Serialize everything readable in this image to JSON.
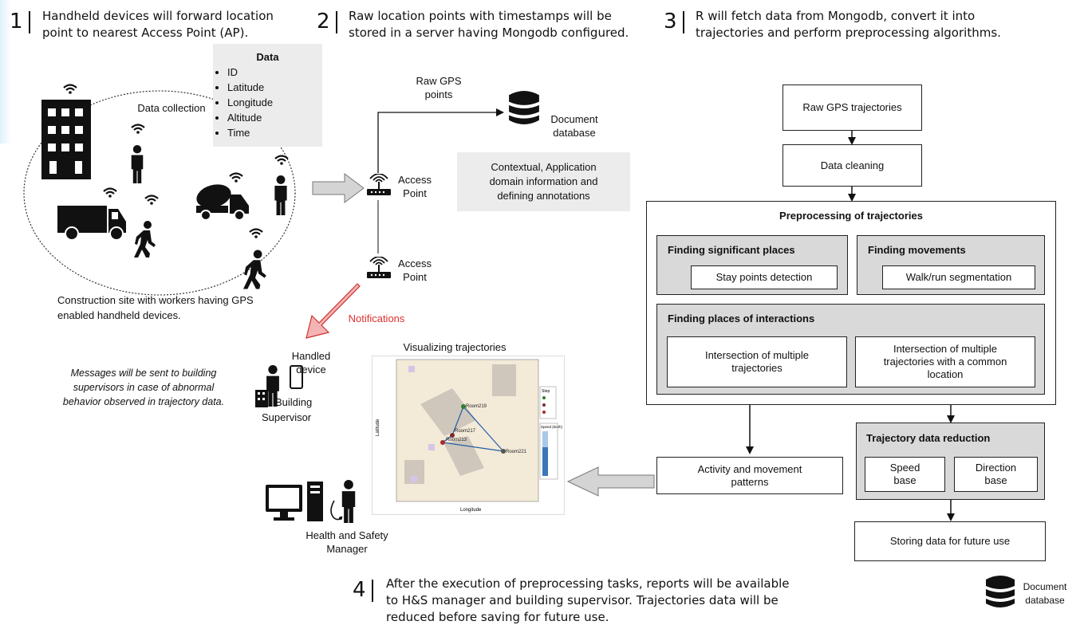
{
  "steps": [
    {
      "num": "1",
      "line1": "Handheld devices will forward location",
      "line2": "point to nearest Access Point (AP)."
    },
    {
      "num": "2",
      "line1": "Raw location points with timestamps will be",
      "line2": "stored in a server having Mongodb configured."
    },
    {
      "num": "3",
      "line1": "R will fetch data from Mongodb, convert it into",
      "line2": "trajectories and perform preprocessing algorithms."
    },
    {
      "num": "4",
      "line1": "After the execution of preprocessing tasks, reports will be available",
      "line2": "to H&S manager and building supervisor. Trajectories data will be",
      "line3": "reduced before saving for future use."
    }
  ],
  "data_panel": {
    "title": "Data",
    "items": [
      "ID",
      "Latitude",
      "Longitude",
      "Altitude",
      "Time"
    ]
  },
  "site": {
    "data_collection": "Data collection",
    "caption_line1": "Construction site with workers having GPS",
    "caption_line2": "enabled handheld devices."
  },
  "raw_gps": {
    "line1": "Raw GPS",
    "line2": "points"
  },
  "doc_db_top": {
    "line1": "Document",
    "line2": "database"
  },
  "access_point_1": {
    "line1": "Access",
    "line2": "Point"
  },
  "access_point_2": {
    "line1": "Access",
    "line2": "Point"
  },
  "context_box": {
    "line1": "Contextual, Application",
    "line2": "domain information and",
    "line3": "defining annotations"
  },
  "notifications": "Notifications",
  "handled_device": {
    "line1": "Handled",
    "line2": "device"
  },
  "building_supervisor": {
    "line1": "Building",
    "line2": "Supervisor"
  },
  "messages_note": {
    "line1": "Messages will be sent to building",
    "line2": "supervisors in case of abnormal",
    "line3": "behavior observed in trajectory data."
  },
  "visualizing": {
    "title": "Visualizing trajectories",
    "xlabel": "Longitude",
    "ylabel": "Latitude",
    "points": [
      "Room219",
      "Room217",
      "Room213",
      "Room221"
    ],
    "legend_title": "Step",
    "speed_title": "Speed (km/h)"
  },
  "hs_manager": {
    "line1": "Health and Safety",
    "line2": "Manager"
  },
  "flow": {
    "raw_trajectories": "Raw GPS trajectories",
    "data_cleaning": "Data cleaning",
    "preprocessing_title": "Preprocessing of trajectories",
    "significant_places": "Finding significant places",
    "stay_points": "Stay points detection",
    "movements": "Finding movements",
    "walk_run": "Walk/run segmentation",
    "interactions": "Finding places of interactions",
    "intersection_multiple": "Intersection of multiple trajectories",
    "intersection_common": "Intersection of multiple trajectories with a common location",
    "activity_patterns": "Activity and movement patterns",
    "reduction_title": "Trajectory data reduction",
    "speed_base": "Speed base",
    "direction_base": "Direction base",
    "storing": "Storing data for future use"
  },
  "doc_db_bottom": {
    "line1": "Document",
    "line2": "database"
  },
  "colors": {
    "arrow_gray": "#d0d0d0",
    "notify_red": "#e03030",
    "panel_gray": "#d9d9d9",
    "map_bg": "#f3ead8"
  }
}
